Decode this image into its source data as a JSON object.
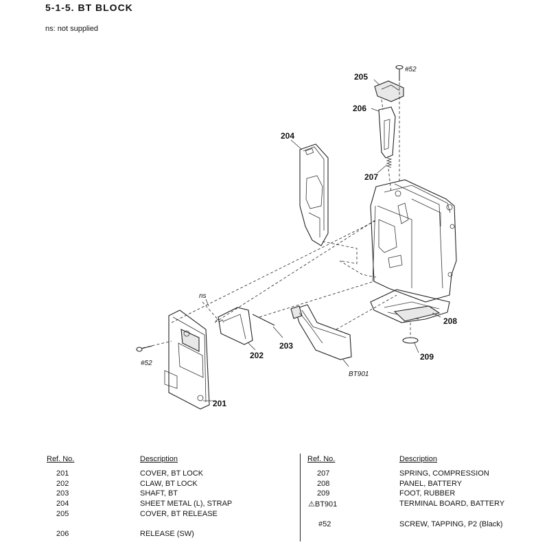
{
  "title": "5-1-5.  BT  BLOCK",
  "note": "ns: not supplied",
  "diagram_labels": {
    "l205": "205",
    "l52top": "#52",
    "l206": "206",
    "l204": "204",
    "l207": "207",
    "l208": "208",
    "l209": "209",
    "lns": "ns",
    "l52left": "#52",
    "l201": "201",
    "l202": "202",
    "l203": "203",
    "lbt901": "BT901"
  },
  "table": {
    "left": {
      "header_ref": "Ref. No.",
      "header_desc": "Description",
      "rows": [
        {
          "ref": "201",
          "desc": "COVER, BT LOCK"
        },
        {
          "ref": "202",
          "desc": "CLAW, BT LOCK"
        },
        {
          "ref": "203",
          "desc": "SHAFT, BT"
        },
        {
          "ref": "204",
          "desc": "SHEET METAL (L), STRAP"
        },
        {
          "ref": "205",
          "desc": "COVER, BT RELEASE"
        },
        {
          "ref": "206",
          "desc": "RELEASE (SW)"
        }
      ]
    },
    "right": {
      "header_ref": "Ref. No.",
      "header_desc": "Description",
      "rows": [
        {
          "ref": "207",
          "desc": "SPRING, COMPRESSION"
        },
        {
          "ref": "208",
          "desc": "PANEL, BATTERY"
        },
        {
          "ref": "209",
          "desc": "FOOT, RUBBER"
        },
        {
          "ref": "⚠BT901",
          "desc": "TERMINAL BOARD, BATTERY"
        },
        {
          "ref": "#52",
          "desc": "SCREW, TAPPING, P2 (Black)"
        }
      ]
    }
  }
}
